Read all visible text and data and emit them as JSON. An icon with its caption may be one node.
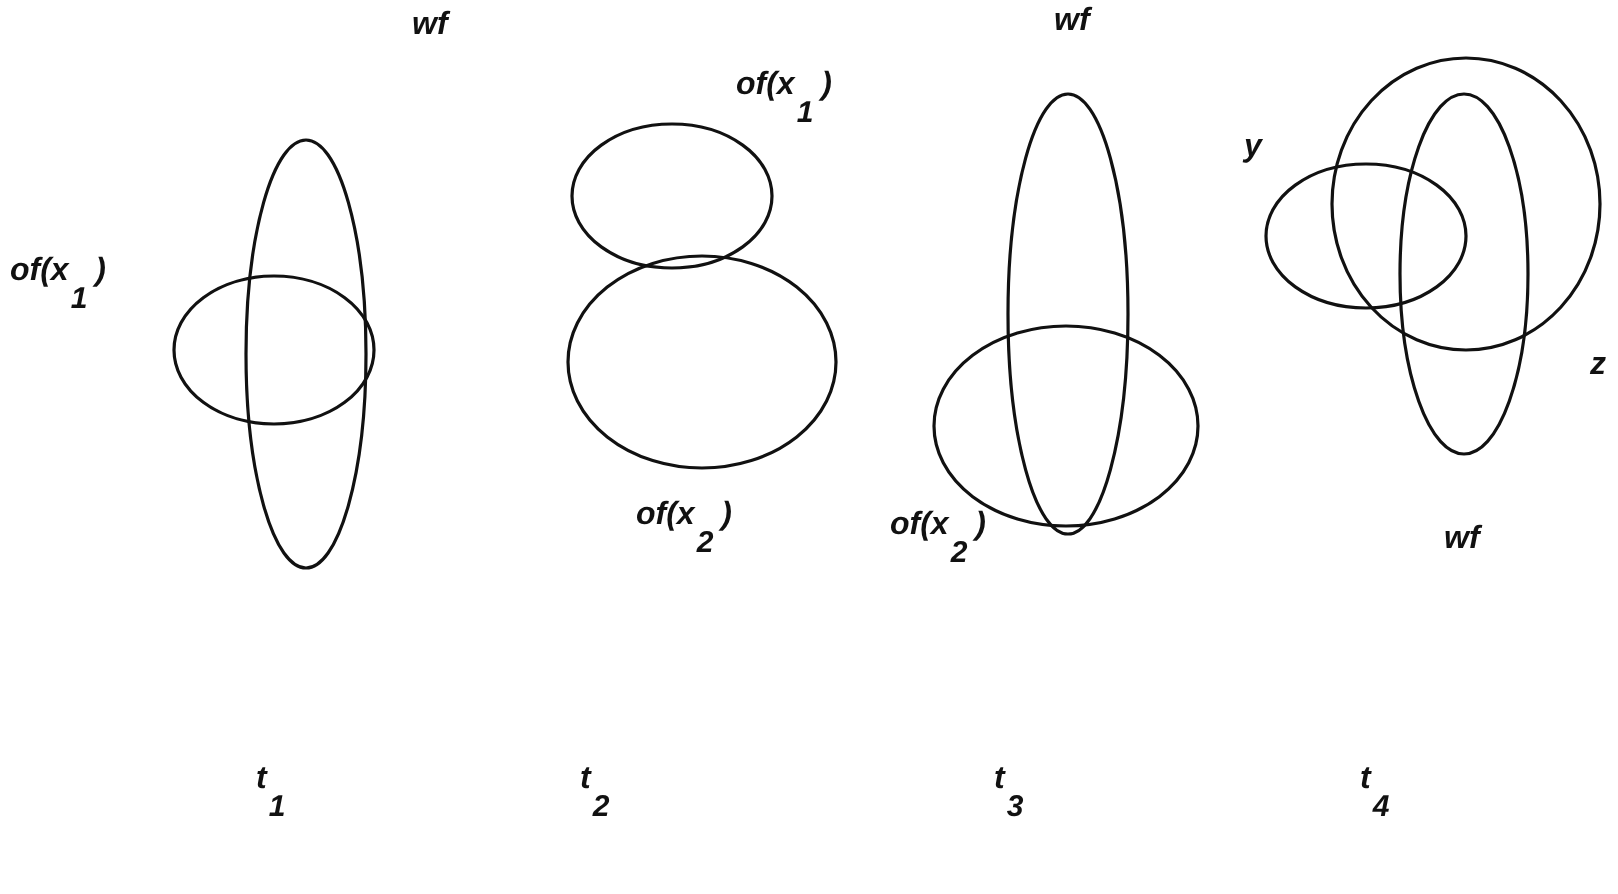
{
  "diagram": {
    "nodes": [
      {
        "text": [
          "of(x$_{1}$)"
        ]
      },
      {
        "text": [
          "wf"
        ]
      },
      {
        "text": [
          "of(x$_{1}$)"
        ]
      },
      {
        "text": [
          "of(x$_{2}$)"
        ]
      },
      {
        "text": [
          "wf"
        ]
      },
      {
        "text": [
          "of(x$_{2}$)"
        ]
      },
      {
        "text": [
          "y"
        ]
      },
      {
        "text": [
          "z"
        ]
      },
      {
        "text": [
          "wf"
        ]
      }
    ],
    "labels": [
      "t$_{1}$",
      "t$_{2}$",
      "t$_{3}$",
      "t$_{4}$"
    ]
  }
}
